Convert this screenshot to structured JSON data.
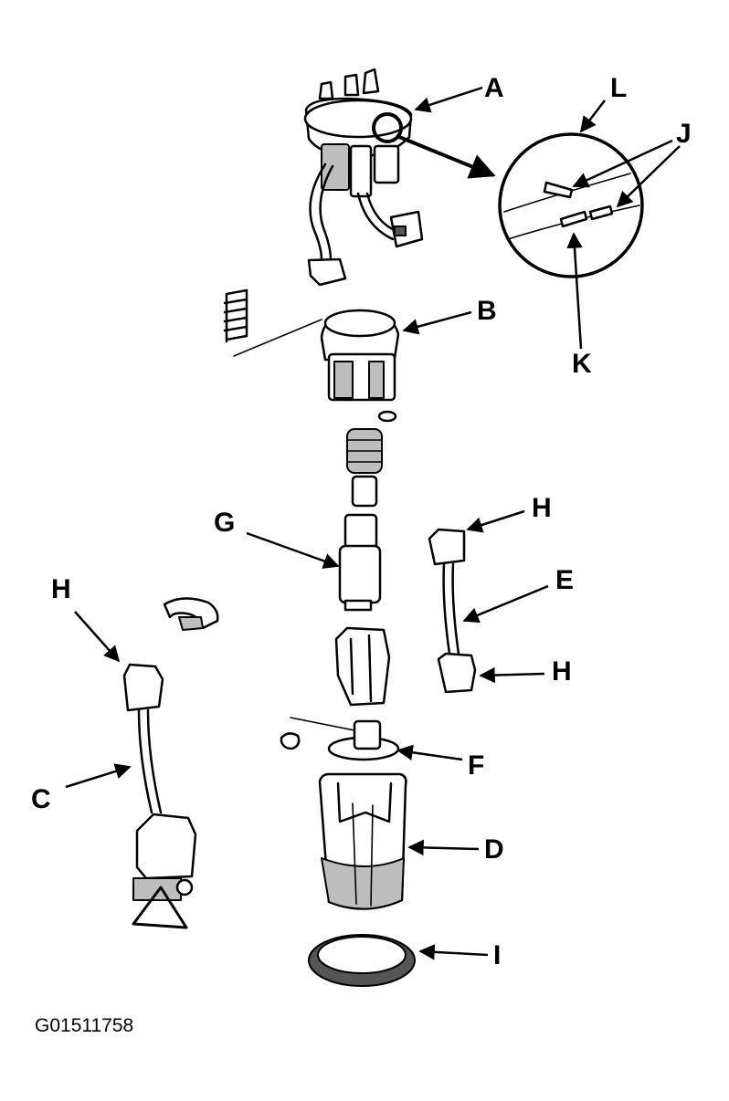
{
  "figure_id": "G01511758",
  "callouts": {
    "A": "A",
    "B": "B",
    "C": "C",
    "D": "D",
    "E": "E",
    "F": "F",
    "G": "G",
    "H_top": "H",
    "H_left": "H",
    "H_bottom": "H",
    "I": "I",
    "J": "J",
    "K": "K",
    "L": "L"
  }
}
